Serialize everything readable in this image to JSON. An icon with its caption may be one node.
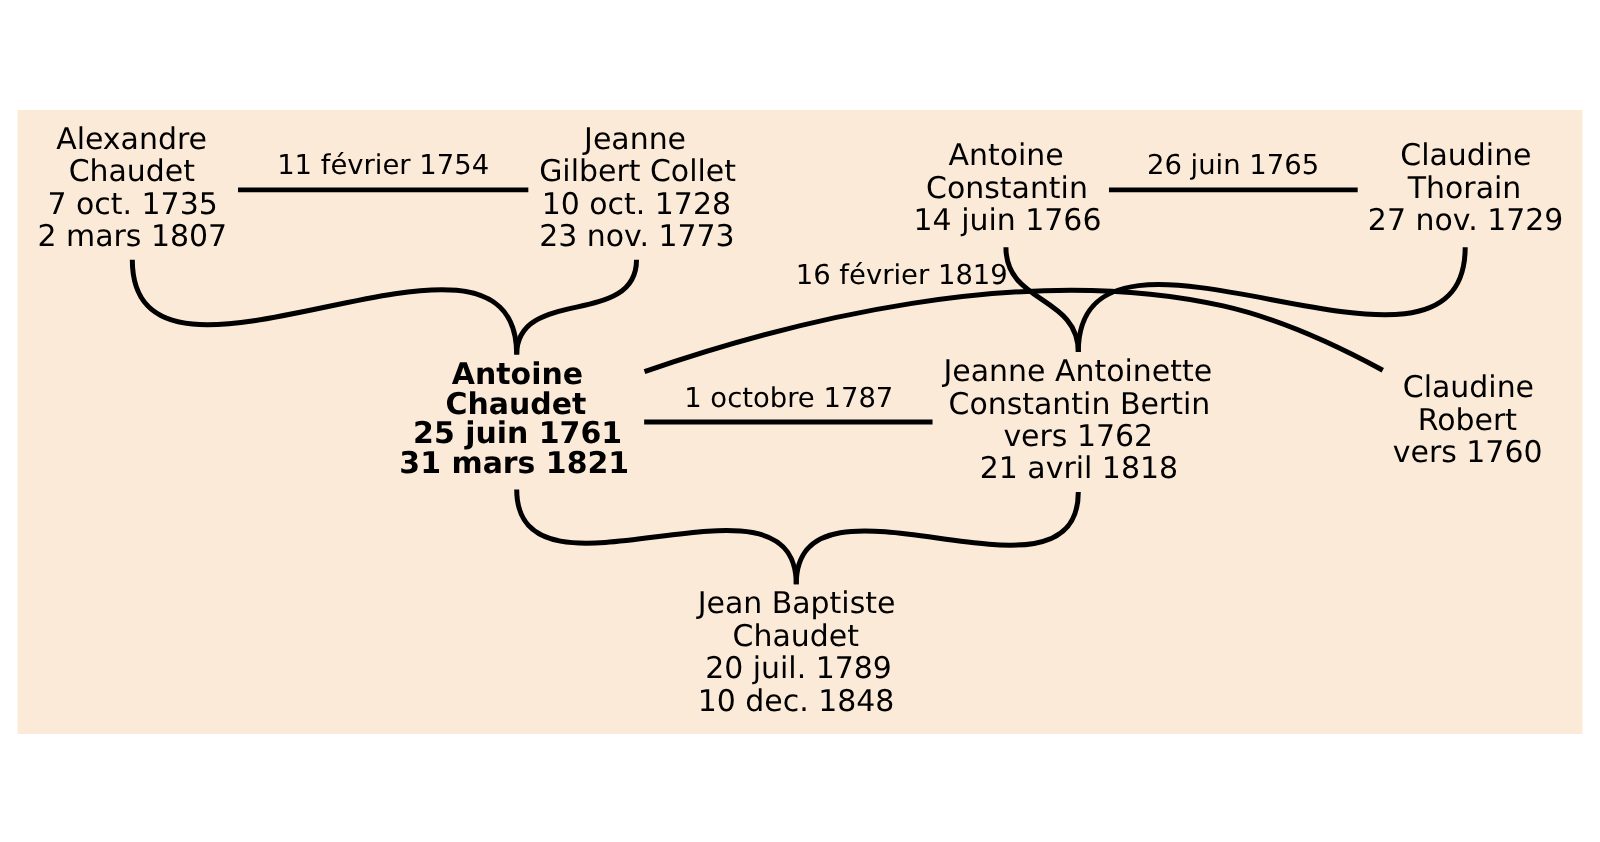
{
  "diagram": {
    "nodes": [
      {
        "text": [
          "Alexandre Chaudet",
          "7 oct. 1735",
          "2 mars 1807"
        ]
      },
      {
        "text": [
          "Jeanne Gilbert Collet",
          "10 oct. 1728",
          "23 nov. 1773"
        ]
      },
      {
        "text": [
          "Antoine Constantin",
          "14 juin 1766"
        ]
      },
      {
        "text": [
          "Claudine Thorain",
          "27 nov. 1729"
        ]
      },
      {
        "text": [
          "Antoine Chaudet",
          "25 juin 1761",
          "31 mars 1821"
        ]
      },
      {
        "text": [
          "Jeanne Antoinette Constantin Bertin",
          "vers 1762",
          "21 avril 1818"
        ]
      },
      {
        "text": [
          "Claudine Robert",
          "vers 1760"
        ]
      },
      {
        "text": [
          "Jean Baptiste Chaudet",
          "20 juil. 1789",
          "10 dec. 1848"
        ]
      }
    ],
    "edges": [
      {
        "from": 0,
        "to": 1,
        "arrow": "none",
        "label": "11 février 1754"
      },
      {
        "from": 0,
        "to": 4,
        "arrow": "none"
      },
      {
        "from": 1,
        "to": 4,
        "arrow": "none"
      },
      {
        "from": 2,
        "to": 3,
        "arrow": "none",
        "label": "26 juin 1765"
      },
      {
        "from": 2,
        "to": 5,
        "arrow": "none"
      },
      {
        "from": 3,
        "to": 5,
        "arrow": "none"
      },
      {
        "from": 4,
        "to": 5,
        "arrow": "none",
        "label": "1 octobre 1787"
      },
      {
        "from": 4,
        "to": 6,
        "arrow": "none",
        "label": "16 février 1819"
      },
      {
        "from": 4,
        "to": 7,
        "arrow": "none"
      },
      {
        "from": 5,
        "to": 7,
        "arrow": "none"
      }
    ]
  }
}
